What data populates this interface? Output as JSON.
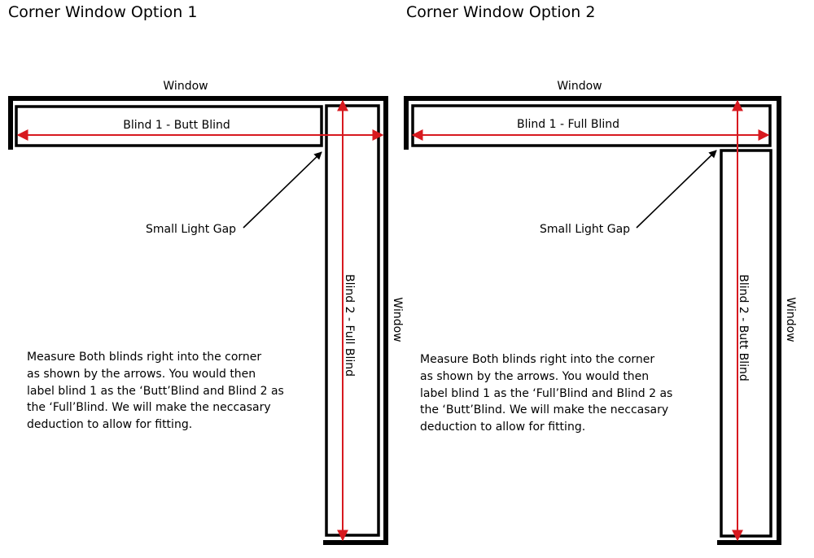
{
  "colors": {
    "ink": "#000000",
    "arrow": "#d7191f",
    "background": "#ffffff"
  },
  "option1": {
    "title": "Corner Window Option 1",
    "window_top_label": "Window",
    "window_side_label": "Window",
    "blind1_label": "Blind 1 - Butt Blind",
    "blind2_label": "Blind 2 - Full Blind",
    "gap_label": "Small Light Gap",
    "description_lines": [
      "Measure Both blinds right into the corner",
      "as shown by the arrows. You would then",
      "label blind 1 as the ‘Butt’Blind and Blind 2 as",
      "the ‘Full’Blind. We will make the neccasary",
      "deduction to allow for fitting."
    ]
  },
  "option2": {
    "title": "Corner Window Option 2",
    "window_top_label": "Window",
    "window_side_label": "Window",
    "blind1_label": "Blind 1 - Full Blind",
    "blind2_label": "Blind 2 - Butt Blind",
    "gap_label": "Small Light Gap",
    "description_lines": [
      "Measure Both blinds right into the corner",
      "as shown by the arrows. You would then",
      "label blind 1 as the ‘Full’Blind and Blind 2 as",
      "the ‘Butt’Blind. We will make the neccasary",
      "deduction to allow for fitting."
    ]
  }
}
